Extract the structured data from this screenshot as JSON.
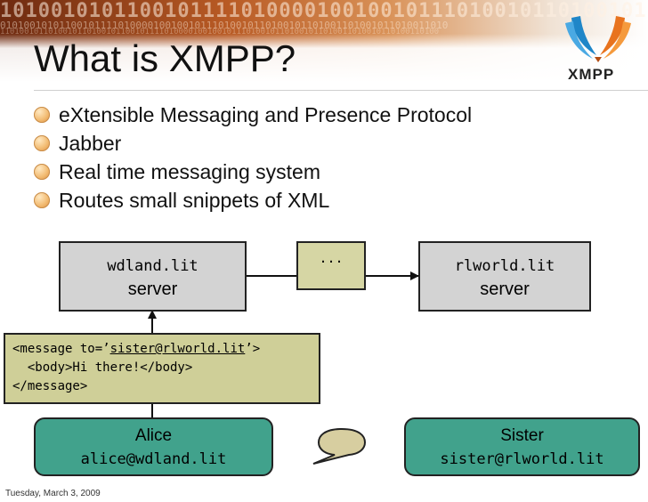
{
  "slide": {
    "title": "What is XMPP?",
    "logo_text": "XMPP",
    "bullets": [
      "eXtensible Messaging and Presence Protocol",
      "Jabber",
      "Real time messaging system",
      "Routes small snippets of XML"
    ],
    "date": "Tuesday, March 3, 2009"
  },
  "diagram": {
    "server_left": {
      "host": "wdland.lit",
      "label": "server"
    },
    "server_right": {
      "host": "rlworld.lit",
      "label": "server"
    },
    "intermediate": "...",
    "message": {
      "line1_start": "<message to=’",
      "line1_address": "sister@rlworld.lit",
      "line1_end": "’>",
      "line2": "  <body>Hi there!</body>",
      "line3": "</message>"
    },
    "user_left": {
      "name": "Alice",
      "jid": "alice@wdland.lit"
    },
    "user_right": {
      "name": "Sister",
      "jid": "sister@rlworld.lit"
    }
  },
  "colors": {
    "server_fill": "#d3d3d3",
    "message_fill": "#cfcf98",
    "user_fill": "#41a28c",
    "bubble_fill": "#d7cea0"
  }
}
